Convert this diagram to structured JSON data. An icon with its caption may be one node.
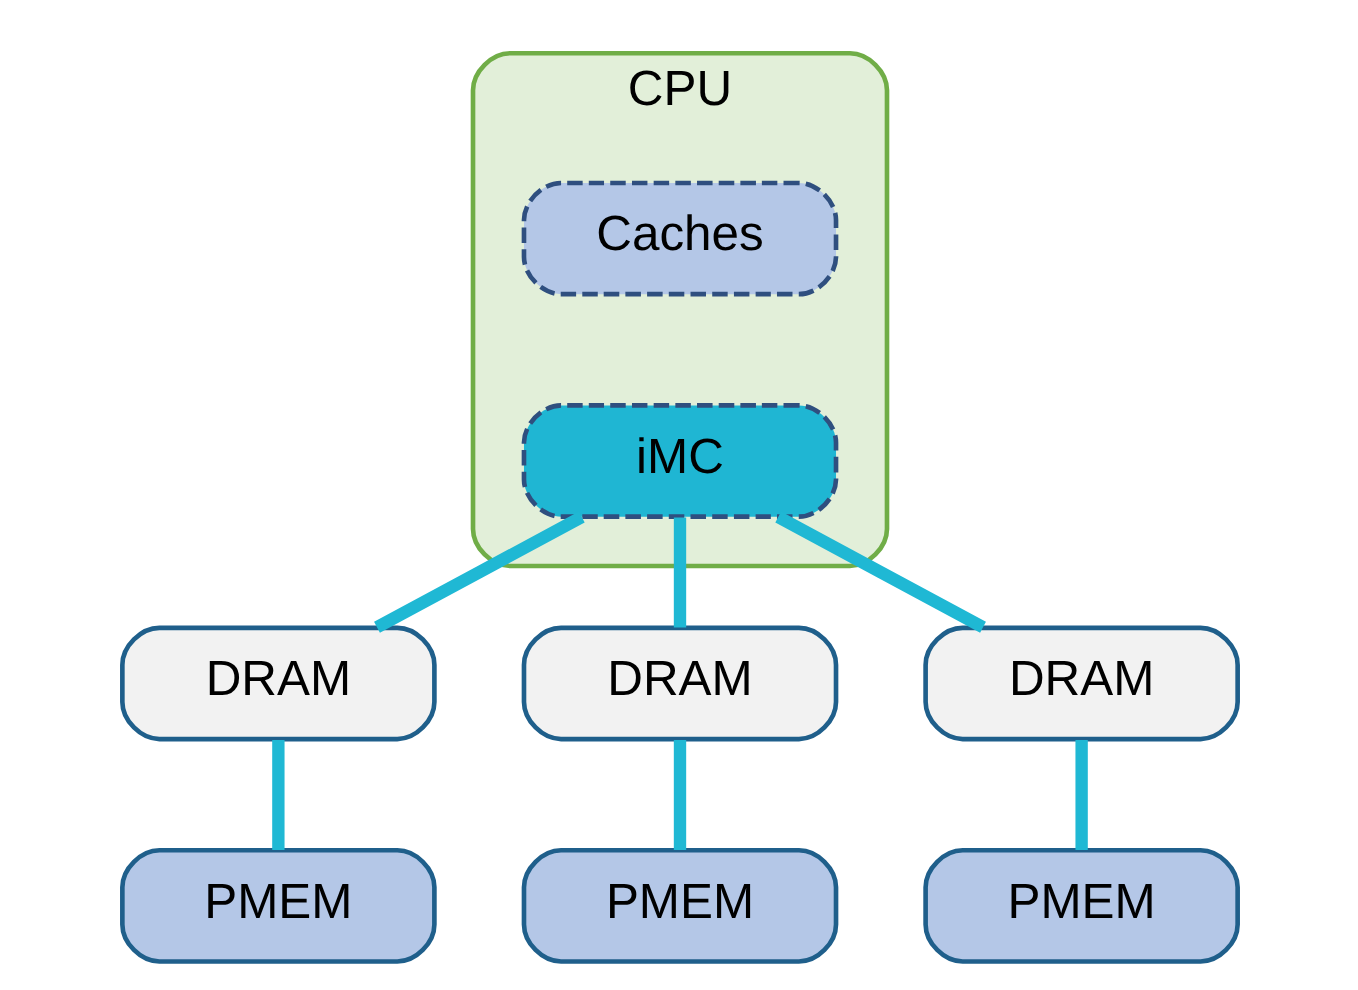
{
  "diagram": {
    "nodes": [
      {
        "text": [
          "CPU"
        ]
      },
      {
        "text": [
          "Caches"
        ],
        "in": 0
      },
      {
        "text": [
          "iMC"
        ],
        "in": 0
      },
      {
        "text": [
          "DRAM"
        ]
      },
      {
        "text": [
          "DRAM"
        ]
      },
      {
        "text": [
          "DRAM"
        ]
      },
      {
        "text": [
          "PMEM"
        ]
      },
      {
        "text": [
          "PMEM"
        ]
      },
      {
        "text": [
          "PMEM"
        ]
      }
    ],
    "edges": [
      {
        "from": 2,
        "to": 3,
        "arrow": "none"
      },
      {
        "from": 2,
        "to": 4,
        "arrow": "none"
      },
      {
        "from": 2,
        "to": 5,
        "arrow": "none"
      },
      {
        "from": 3,
        "to": 6,
        "arrow": "none"
      },
      {
        "from": 4,
        "to": 7,
        "arrow": "none"
      },
      {
        "from": 5,
        "to": 8,
        "arrow": "none"
      }
    ]
  }
}
